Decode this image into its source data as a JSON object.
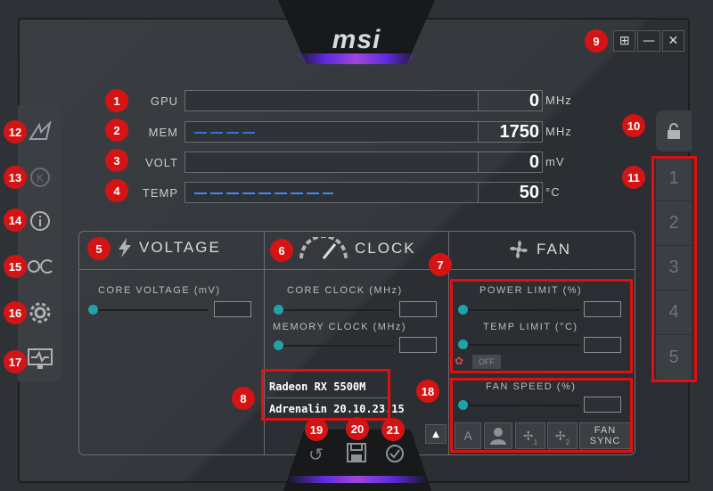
{
  "app": {
    "logo": "msi"
  },
  "window_controls": {
    "windows_icon": "⊞",
    "minimize": "—",
    "close": "✕"
  },
  "monitors": [
    {
      "label": "GPU",
      "value": "0",
      "unit": "MHz"
    },
    {
      "label": "MEM",
      "value": "1750",
      "unit": "MHz"
    },
    {
      "label": "VOLT",
      "value": "0",
      "unit": "mV"
    },
    {
      "label": "TEMP",
      "value": "50",
      "unit": "°C"
    }
  ],
  "sections": {
    "voltage": {
      "title": "VOLTAGE",
      "core_voltage_label": "CORE VOLTAGE  (mV)"
    },
    "clock": {
      "title": "CLOCK",
      "core_clock_label": "CORE CLOCK (MHz)",
      "memory_clock_label": "MEMORY CLOCK (MHz)"
    },
    "fan": {
      "title": "FAN",
      "power_limit_label": "POWER LIMIT  (%)",
      "temp_limit_label": "TEMP LIMIT  (°C)",
      "off_label": "OFF",
      "fan_speed_label": "FAN SPEED  (%)",
      "fan_auto": "A",
      "fan_sync_line1": "FAN",
      "fan_sync_line2": "SYNC",
      "fan1_sub": "1",
      "fan2_sub": "2"
    }
  },
  "gpu_info": {
    "name": "Radeon RX 5500M",
    "driver": "Adrenalin 20.10.23.15"
  },
  "profiles": [
    "1",
    "2",
    "3",
    "4",
    "5"
  ],
  "badges": [
    "1",
    "2",
    "3",
    "4",
    "5",
    "6",
    "7",
    "8",
    "9",
    "10",
    "11",
    "12",
    "13",
    "14",
    "15",
    "16",
    "17",
    "18",
    "19",
    "20",
    "21"
  ],
  "colors": {
    "accent": "#1fa3a8",
    "annotation": "#e01010",
    "mem_bar": "#3b6fd6",
    "temp_bar": "#3b8ee6"
  }
}
